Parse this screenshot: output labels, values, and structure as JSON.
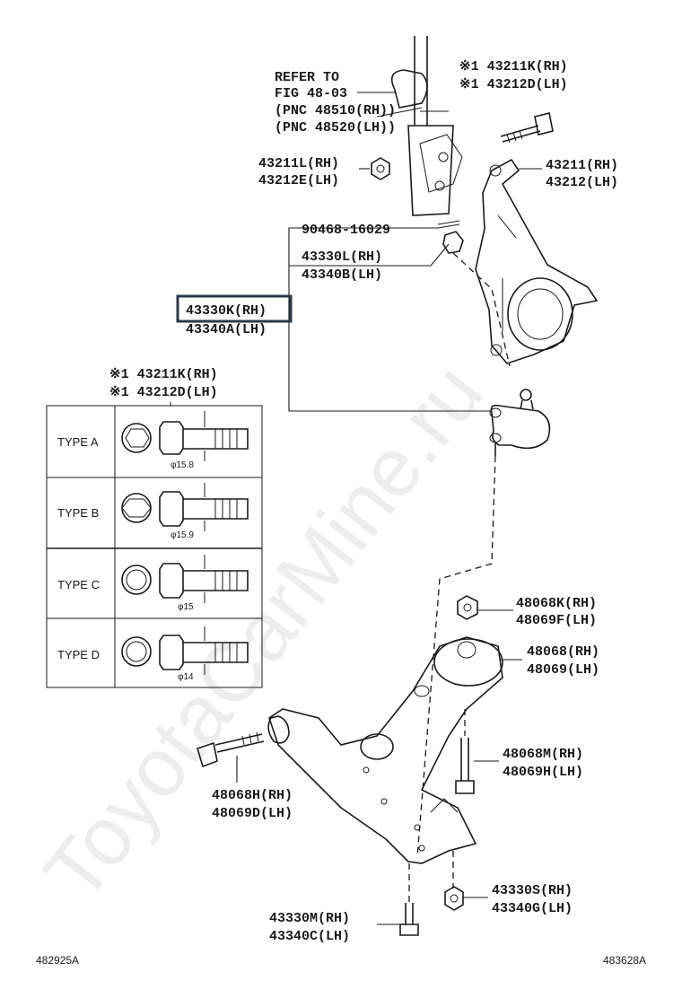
{
  "watermark": "ToyotaCarMine.ru",
  "refer": {
    "line1": "REFER TO",
    "line2": "FIG 48-03",
    "line3": "(PNC 48510(RH))",
    "line4": "(PNC 48520(LH))"
  },
  "parts": {
    "p43211K_top": "※1 43211K(RH)",
    "p43212D_top": "※1 43212D(LH)",
    "p43211L": "43211L(RH)",
    "p43212E": "43212E(LH)",
    "p43211": "43211(RH)",
    "p43212": "43212(LH)",
    "p90468": "90468-16029",
    "p43330L": "43330L(RH)",
    "p43340B": "43340B(LH)",
    "p43330K": "43330K(RH)",
    "p43340A": "43340A(LH)",
    "p43211K_box": "※1 43211K(RH)",
    "p43212D_box": "※1 43212D(LH)",
    "p48068K": "48068K(RH)",
    "p48069F": "48069F(LH)",
    "p48068": "48068(RH)",
    "p48069": "48069(LH)",
    "p48068M": "48068M(RH)",
    "p48069H": "48069H(LH)",
    "p48068H": "48068H(RH)",
    "p48069D": "48069D(LH)",
    "p43330S": "43330S(RH)",
    "p43340G": "43340G(LH)",
    "p43330M": "43330M(RH)",
    "p43340C": "43340C(LH)"
  },
  "types": [
    {
      "label": "TYPE A",
      "dim": "φ15.8"
    },
    {
      "label": "TYPE B",
      "dim": "φ15.9"
    },
    {
      "label": "TYPE C",
      "dim": "φ15"
    },
    {
      "label": "TYPE D",
      "dim": "φ14"
    }
  ],
  "codes": {
    "left": "482925A",
    "right": "483628A"
  },
  "highlight_color": "#2a3a4a"
}
